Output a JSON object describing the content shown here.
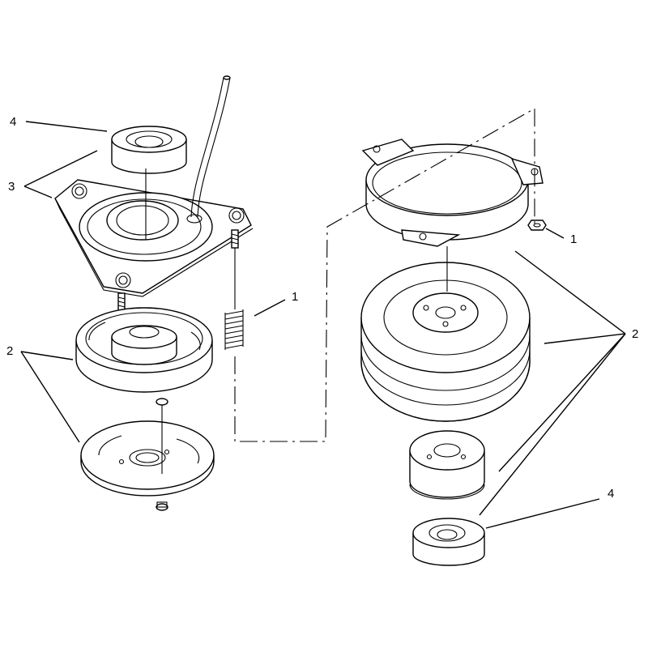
{
  "callouts": {
    "left_bearing": "4",
    "left_field_group": "3",
    "left_spring": "1",
    "left_armature_group": "2",
    "right_nut": "1",
    "right_pulley_group": "2",
    "right_bearing": "4"
  },
  "colors": {
    "line": "#000000",
    "background": "#ffffff"
  }
}
